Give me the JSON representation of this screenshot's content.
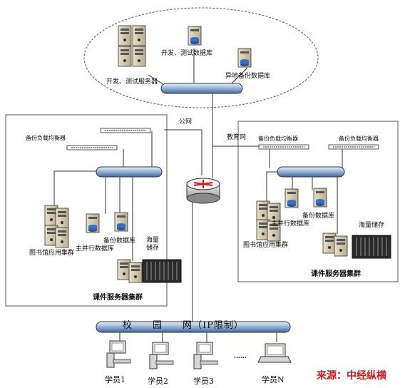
{
  "top": {
    "dev_server": "开发、测试服务器",
    "dev_db": "开发、测试数据库",
    "offsite_db": "异地备份数据库"
  },
  "network": {
    "public": "公网",
    "edu": "教育网",
    "campus": "校　　园　　网（IP限制）"
  },
  "left_cluster": {
    "lb": "备份负载均衡器",
    "backup_db": "备份数据库",
    "main_db": "主并行数据库",
    "library": "图书馆应用集群",
    "storage": "海量储存",
    "cluster": "课件服务器集群"
  },
  "right_cluster": {
    "lb": "备份负载均衡器",
    "backup_db": "备份数据库",
    "main_db": "主并行数据库",
    "library": "图书馆应用集群",
    "storage": "海量储存",
    "cluster": "课件服务器集群"
  },
  "students": [
    "学员1",
    "学员2",
    "学员3",
    "学员N"
  ],
  "ellipsis": "……",
  "source": "来源：中经纵横"
}
